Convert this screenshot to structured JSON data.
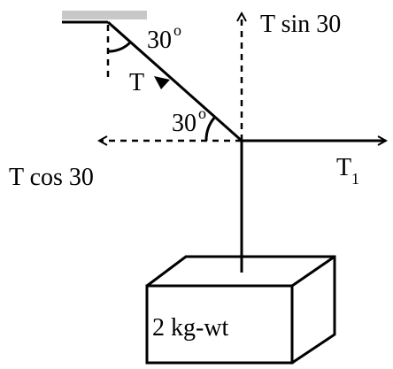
{
  "labels": {
    "t_sin_30": "T sin 30",
    "t_cos_30": "T cos 30",
    "tension_t": "T",
    "tension_t1_main": "T",
    "tension_t1_sub": "1",
    "angle_top": "30",
    "angle_top_sup": "o",
    "angle_mid": "30",
    "angle_mid_sup": "o",
    "block_weight": "2 kg-wt"
  },
  "colors": {
    "ceiling": "#c8c8c8",
    "ink": "#000000"
  }
}
